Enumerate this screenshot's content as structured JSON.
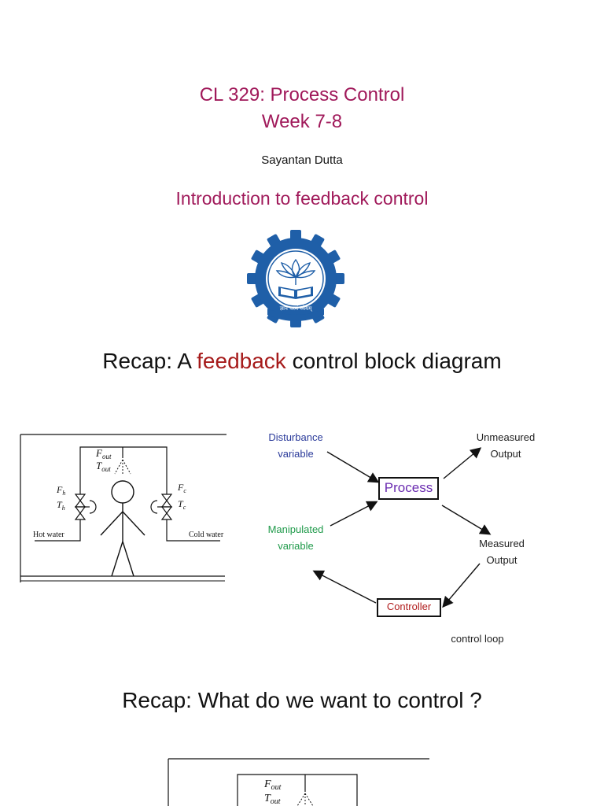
{
  "title": {
    "line1": "CL 329: Process Control",
    "line2": "Week 7-8"
  },
  "author": "Sayantan Dutta",
  "subtitle": "Introduction to feedback control",
  "logo": {
    "name": "iit-bombay-logo-icon",
    "color": "#1f5fa8",
    "inscription": "ज्ञानं परमं ध्येयम्"
  },
  "section1": {
    "heading_pre": "Recap: A ",
    "heading_highlight": "feedback",
    "heading_post": " control block diagram"
  },
  "shower_diagram": {
    "f_out": "F",
    "f_out_sub": "out",
    "t_out": "T",
    "t_out_sub": "out",
    "f_h": "F",
    "f_h_sub": "h",
    "t_h": "T",
    "t_h_sub": "h",
    "f_c": "F",
    "f_c_sub": "c",
    "t_c": "T",
    "t_c_sub": "c",
    "hot_water": "Hot water",
    "cold_water": "Cold water"
  },
  "block_diagram": {
    "disturbance_line1": "Disturbance",
    "disturbance_line2": "variable",
    "unmeasured_line1": "Unmeasured",
    "unmeasured_line2": "Output",
    "process": "Process",
    "manipulated_line1": "Manipulated",
    "manipulated_line2": "variable",
    "measured_line1": "Measured",
    "measured_line2": "Output",
    "controller": "Controller",
    "loop_caption": "control loop",
    "colors": {
      "disturbance": "#2a3a9a",
      "manipulated": "#1f9a4a",
      "process": "#6a2bb0",
      "controller": "#b01c1c"
    }
  },
  "section2": {
    "heading": "Recap: What do we want to control ?"
  },
  "shower_diagram_2": {
    "f_out": "F",
    "f_out_sub": "out",
    "t_out": "T",
    "t_out_sub": "out"
  }
}
